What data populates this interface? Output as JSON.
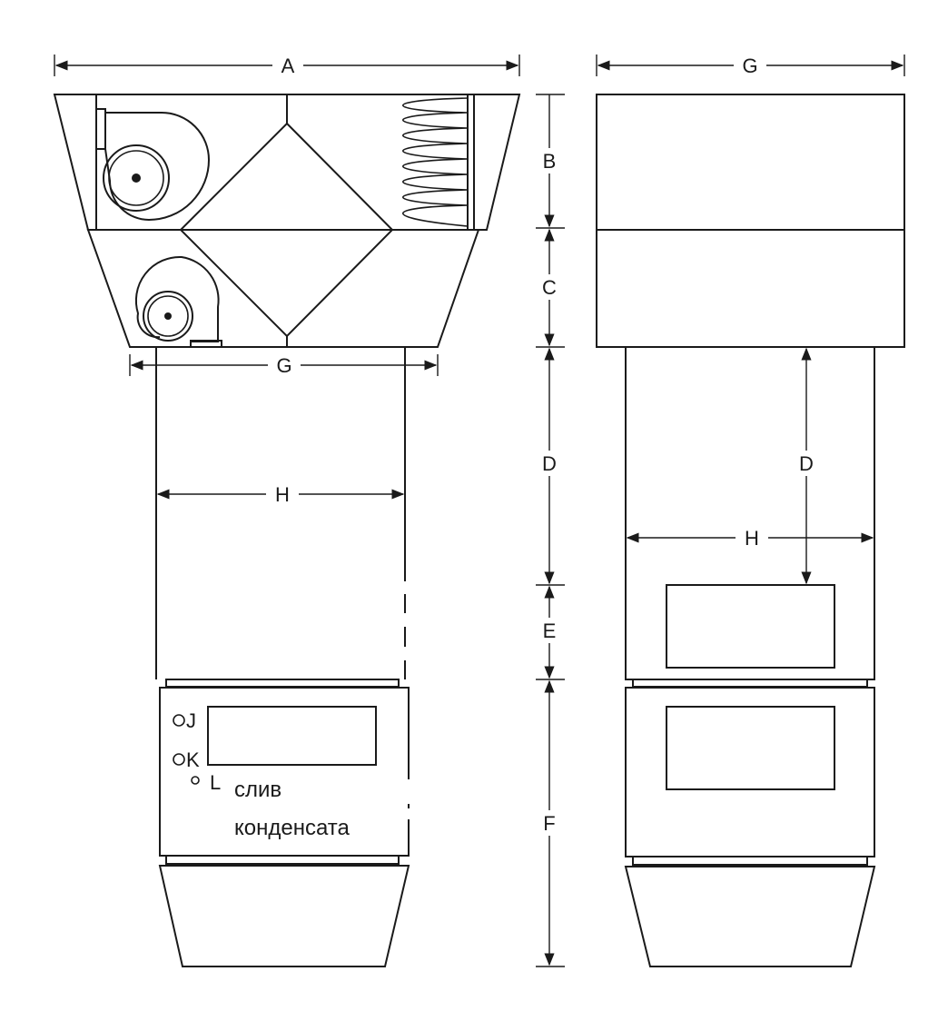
{
  "dimensions": {
    "A": "A",
    "B": "B",
    "C": "C",
    "D": "D",
    "E": "E",
    "F": "F",
    "G": "G",
    "H": "H"
  },
  "connections": {
    "J": "J",
    "K": "K",
    "L": "L"
  },
  "drain_label": {
    "line1": "слив",
    "line2": "конденсата"
  },
  "colors": {
    "line": "#1a1a1a",
    "background": "#ffffff"
  }
}
